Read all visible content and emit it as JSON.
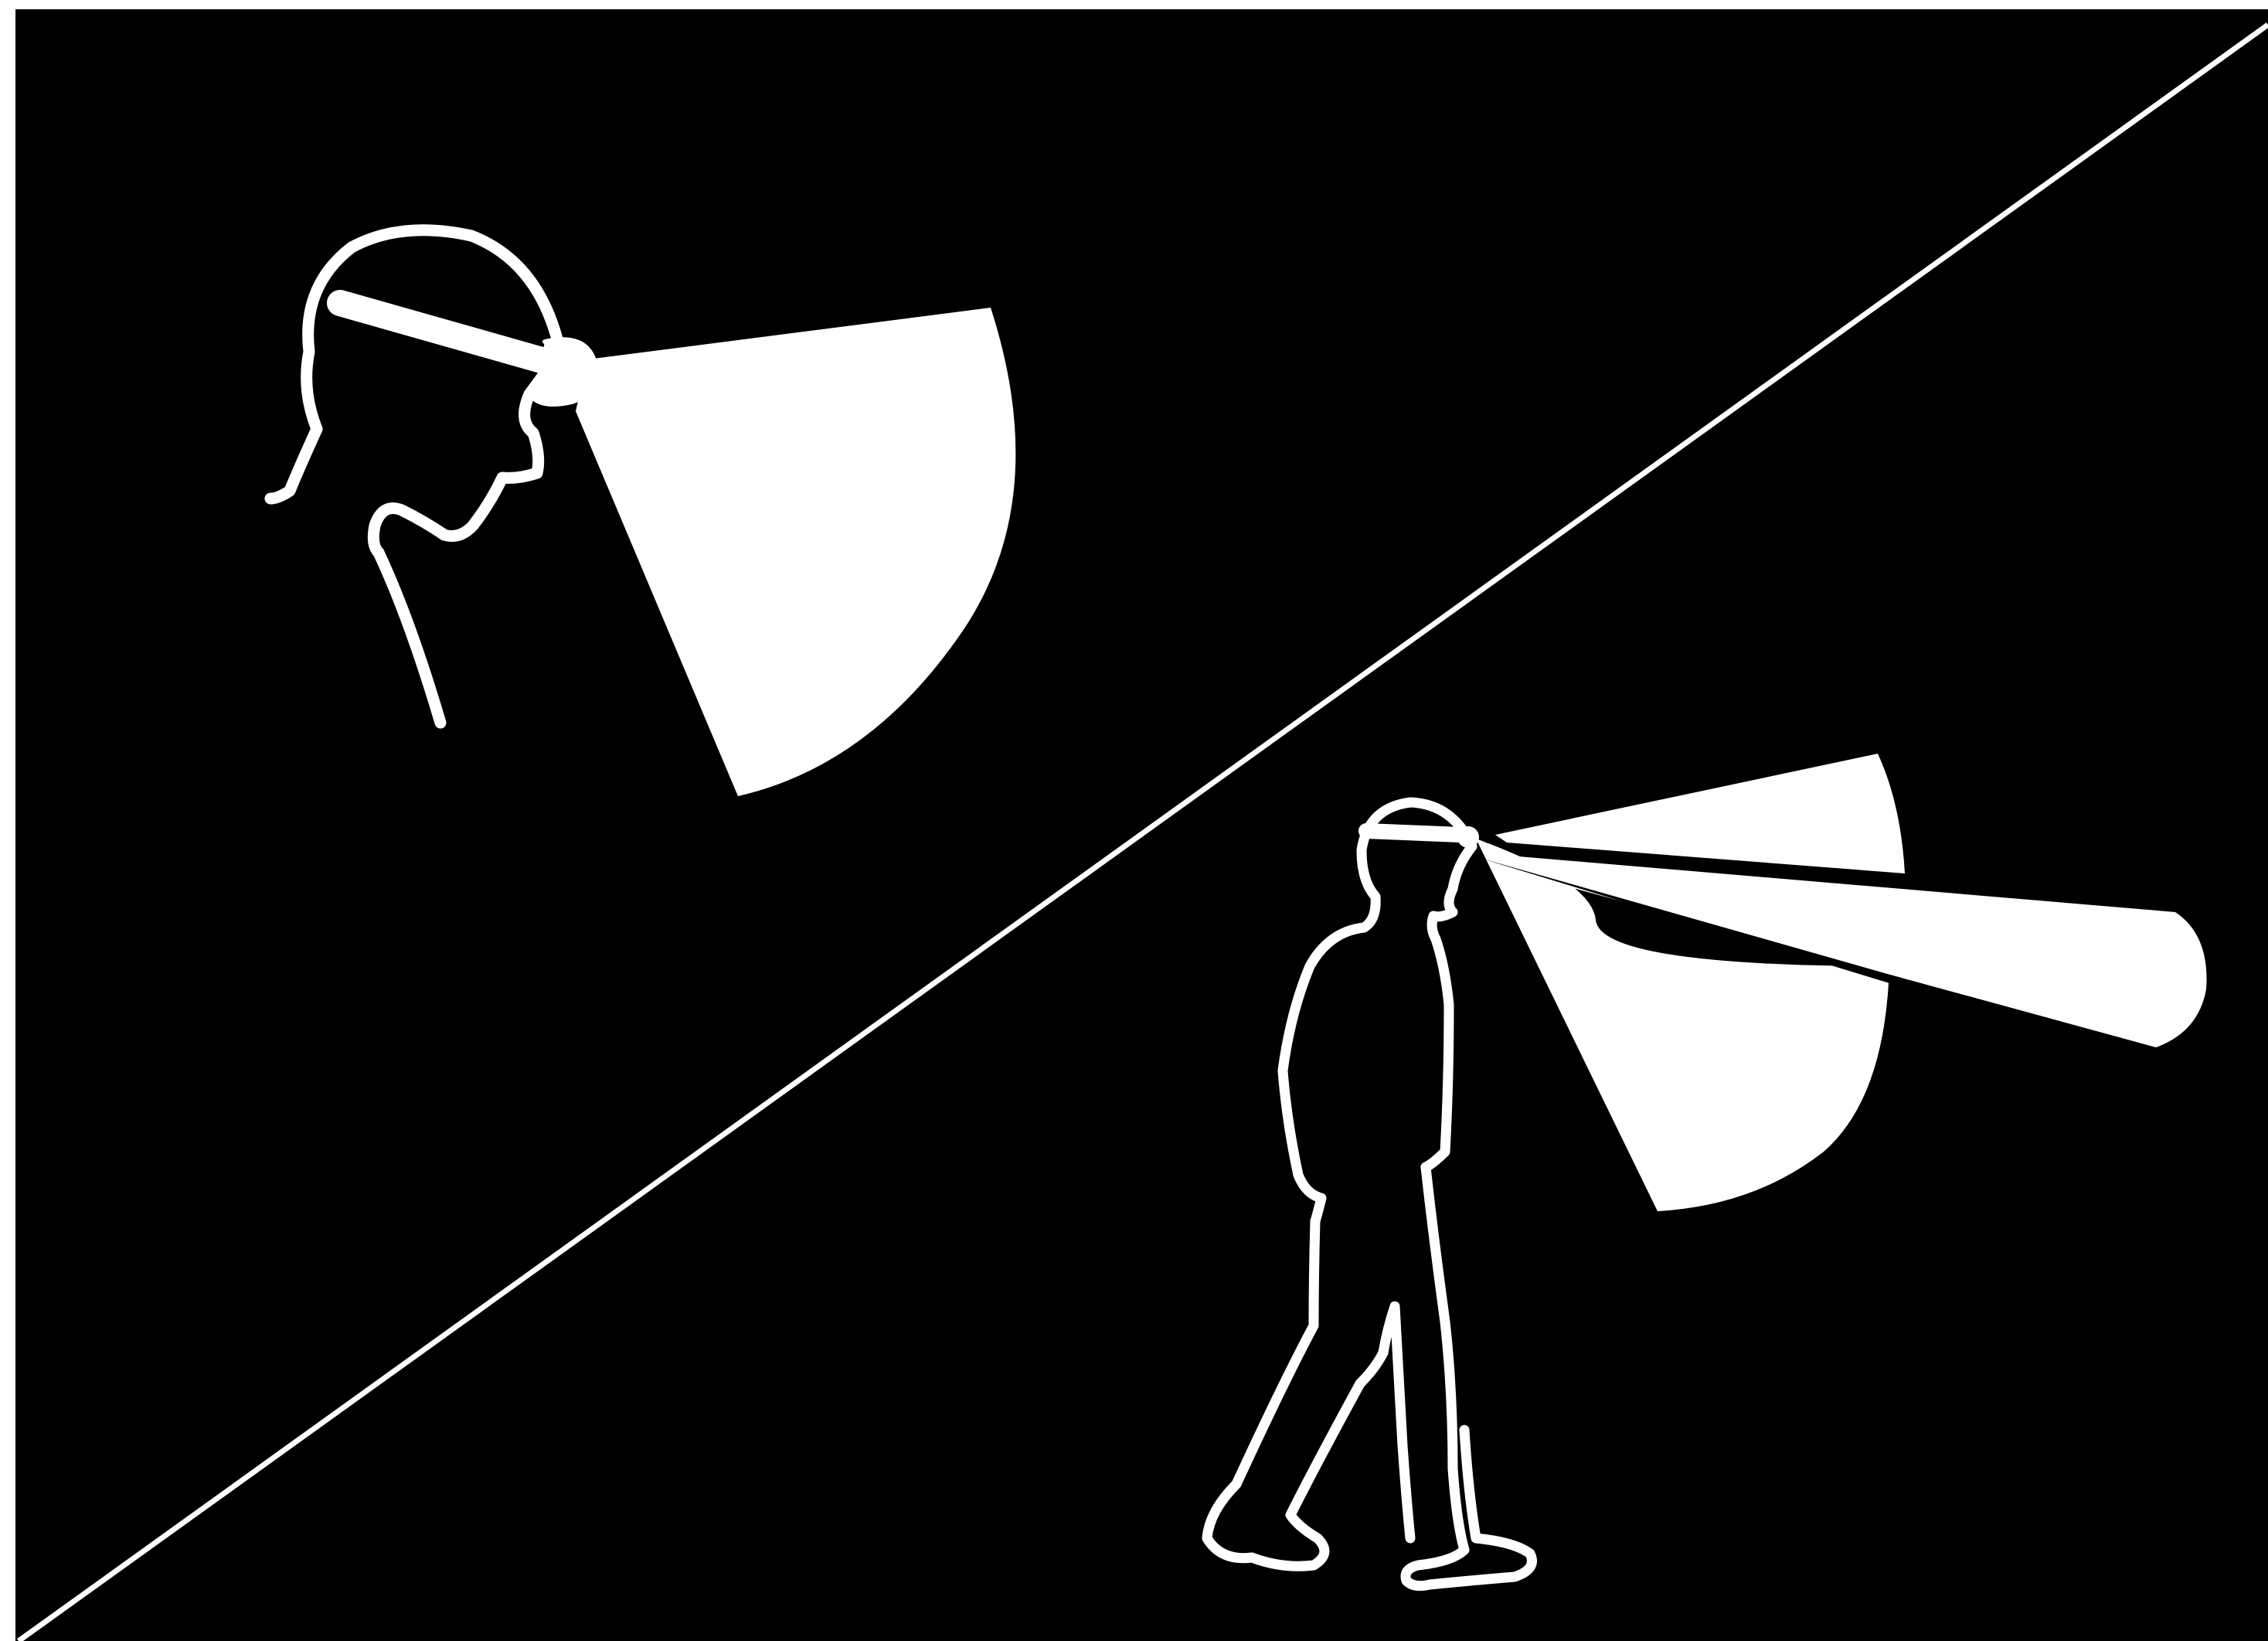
{
  "colors": {
    "page_background": "#ffffff",
    "panel_background": "#000000",
    "line_color": "#ffffff",
    "beam_color": "#ffffff"
  },
  "panels": [
    {
      "id": "upper-left",
      "subject": "head-and-shoulders-with-headlamp",
      "beam": "single-wide-flood"
    },
    {
      "id": "lower-right",
      "subject": "walking-person-with-headlamp",
      "beam": "wide-flood-plus-narrow-spot"
    }
  ],
  "icons": [
    "headlamp-head-icon",
    "headlamp-flood-beam-icon",
    "walking-person-icon",
    "headlamp-spot-beam-icon",
    "diagonal-divider-icon"
  ]
}
